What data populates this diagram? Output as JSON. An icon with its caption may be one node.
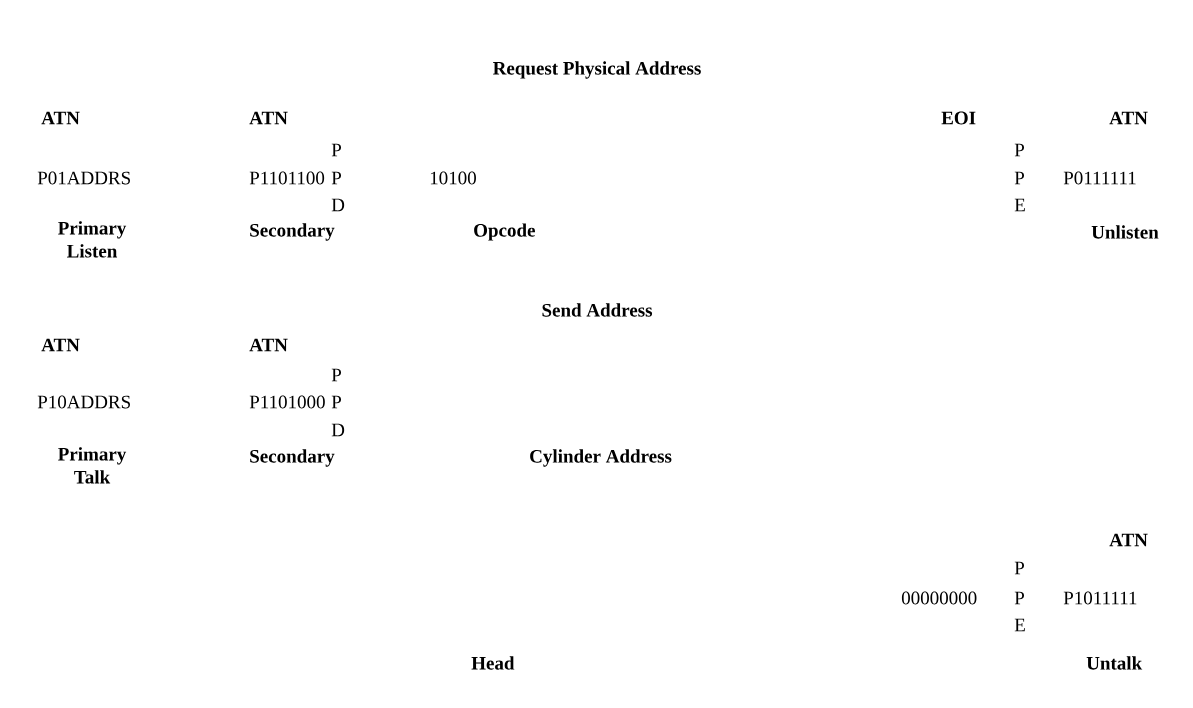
{
  "diagram": {
    "labels": [
      "Request Physical Address",
      "ATN",
      "ATN",
      "EOI",
      "ATN",
      "P",
      "P",
      "P01ADDRS",
      "P1101100",
      "P",
      "10100",
      "P",
      "P0111111",
      "D",
      "E",
      "Primary Listen",
      "Secondary",
      "Opcode",
      "Unlisten",
      "Send Address",
      "ATN",
      "ATN",
      "P",
      "P10ADDRS",
      "P1101000",
      "P",
      "D",
      "Primary Talk",
      "Secondary",
      "Cylinder Address",
      "ATN",
      "P",
      "00000000",
      "P",
      "P1011111",
      "E",
      "Head",
      "Untalk"
    ]
  }
}
